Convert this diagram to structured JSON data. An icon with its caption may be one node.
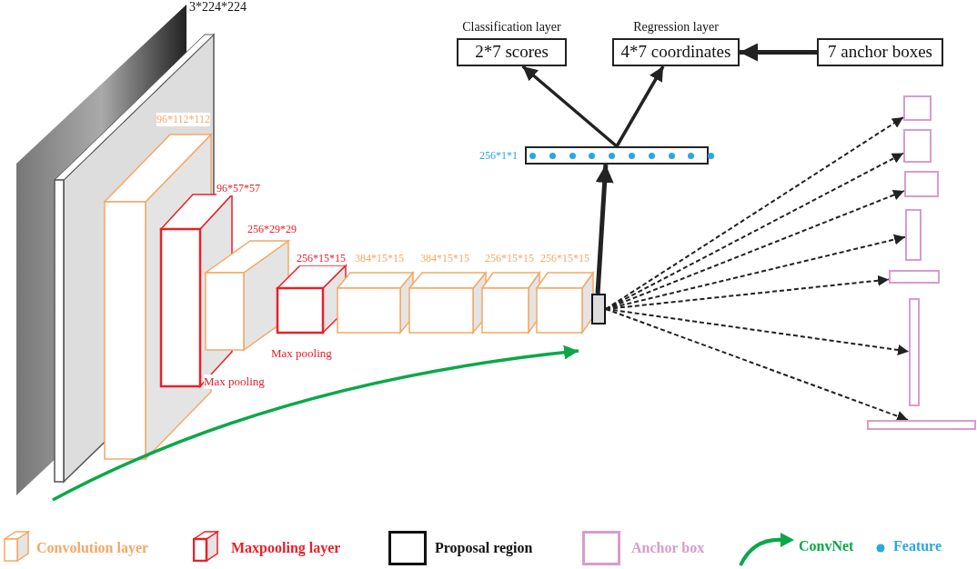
{
  "diagram": {
    "nodes": [
      {
        "text": [
          "Classification layer",
          "2*7 scores"
        ]
      },
      {
        "text": [
          "Regression layer",
          "4*7 coordinates"
        ]
      },
      {
        "text": [
          "7 anchor boxes"
        ]
      },
      {
        "text": [],
        "shape": "bar",
        "beside": [
          "256*1*1"
        ]
      },
      {
        "text": [],
        "shape": "box"
      },
      {
        "text": [],
        "shape": "box"
      },
      {
        "text": [],
        "shape": "box"
      },
      {
        "text": [],
        "shape": "box"
      },
      {
        "text": [],
        "shape": "box"
      },
      {
        "text": [],
        "shape": "box"
      },
      {
        "text": [],
        "shape": "box"
      },
      {
        "text": [],
        "shape": "box"
      }
    ],
    "edges": [
      {
        "from": 3,
        "to": 0,
        "arrow": "to"
      },
      {
        "from": 3,
        "to": 1,
        "arrow": "to"
      },
      {
        "from": 2,
        "to": 1,
        "arrow": "to",
        "style": "thick"
      },
      {
        "from": 4,
        "to": 3,
        "arrow": "to",
        "style": "thick"
      },
      {
        "from": 4,
        "to": 5,
        "arrow": "to",
        "style": "dashed"
      },
      {
        "from": 4,
        "to": 6,
        "arrow": "to",
        "style": "dashed"
      },
      {
        "from": 4,
        "to": 7,
        "arrow": "to",
        "style": "dashed"
      },
      {
        "from": 4,
        "to": 8,
        "arrow": "to",
        "style": "dashed"
      },
      {
        "from": 4,
        "to": 9,
        "arrow": "to",
        "style": "dashed"
      },
      {
        "from": 4,
        "to": 10,
        "arrow": "to",
        "style": "dashed"
      },
      {
        "from": 4,
        "to": 11,
        "arrow": "to",
        "style": "dashed"
      }
    ],
    "labels": [
      "3*224*224",
      "96*112*112",
      "96*57*57",
      "256*29*29",
      "256*15*15",
      "384*15*15",
      "384*15*15",
      "256*15*15",
      "256*15*15",
      "Max pooling",
      "Max pooling"
    ],
    "legend": [
      {
        "text": "Convolution layer"
      },
      {
        "text": "Maxpooling layer"
      },
      {
        "text": "Proposal region"
      },
      {
        "text": "Anchor box"
      },
      {
        "text": "ConvNet"
      },
      {
        "text": "Feature"
      }
    ]
  }
}
